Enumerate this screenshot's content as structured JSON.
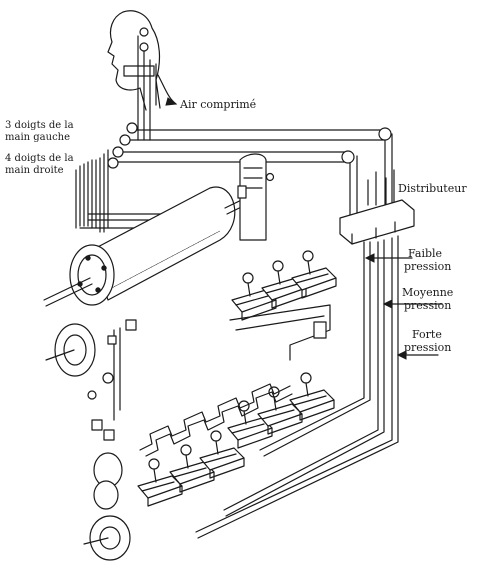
{
  "labels": {
    "air": "Air comprimé",
    "left_hand": [
      "3 doigts de la",
      "main gauche"
    ],
    "right_hand": [
      "4 doigts de la",
      "main droite"
    ],
    "distributor": "Distributeur",
    "low": [
      "Faible",
      "pression"
    ],
    "medium": [
      "Moyenne",
      "pression"
    ],
    "high": [
      "Forte",
      "pression"
    ]
  },
  "colors": {
    "ink": "#1a1a1a",
    "paper": "#ffffff"
  }
}
